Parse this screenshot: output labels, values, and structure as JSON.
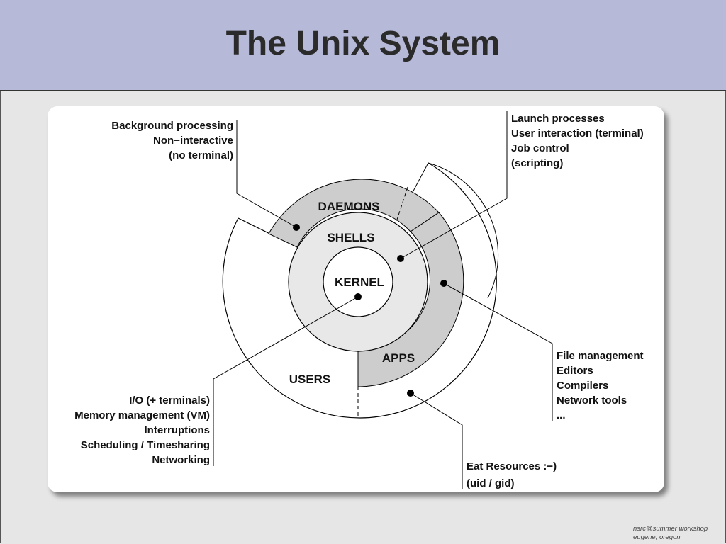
{
  "slide": {
    "title": "The Unix System"
  },
  "diagram": {
    "rings": {
      "kernel": "KERNEL",
      "shells": "SHELLS",
      "daemons": "DAEMONS",
      "apps": "APPS",
      "users": "USERS"
    },
    "annotations": {
      "daemons": [
        "Background processing",
        "Non−interactive",
        "(no terminal)"
      ],
      "shells": [
        "Launch processes",
        "User interaction (terminal)",
        "Job control",
        "(scripting)"
      ],
      "apps": [
        "File management",
        "Editors",
        "Compilers",
        "Network tools",
        "..."
      ],
      "kernel": [
        "I/O (+ terminals)",
        "Memory management (VM)",
        "Interruptions",
        "Scheduling / Timesharing",
        "Networking"
      ],
      "users": [
        "Eat Resources :−)",
        "(uid / gid)"
      ]
    }
  },
  "footer": {
    "line1": "nsrc@summer workshop",
    "line2": "eugene, oregon"
  },
  "colors": {
    "header": "#b6b9d8",
    "ring_gray": "#cdcdcd",
    "shells_fill": "#e8e8e8",
    "background": "#e6e6e6"
  }
}
